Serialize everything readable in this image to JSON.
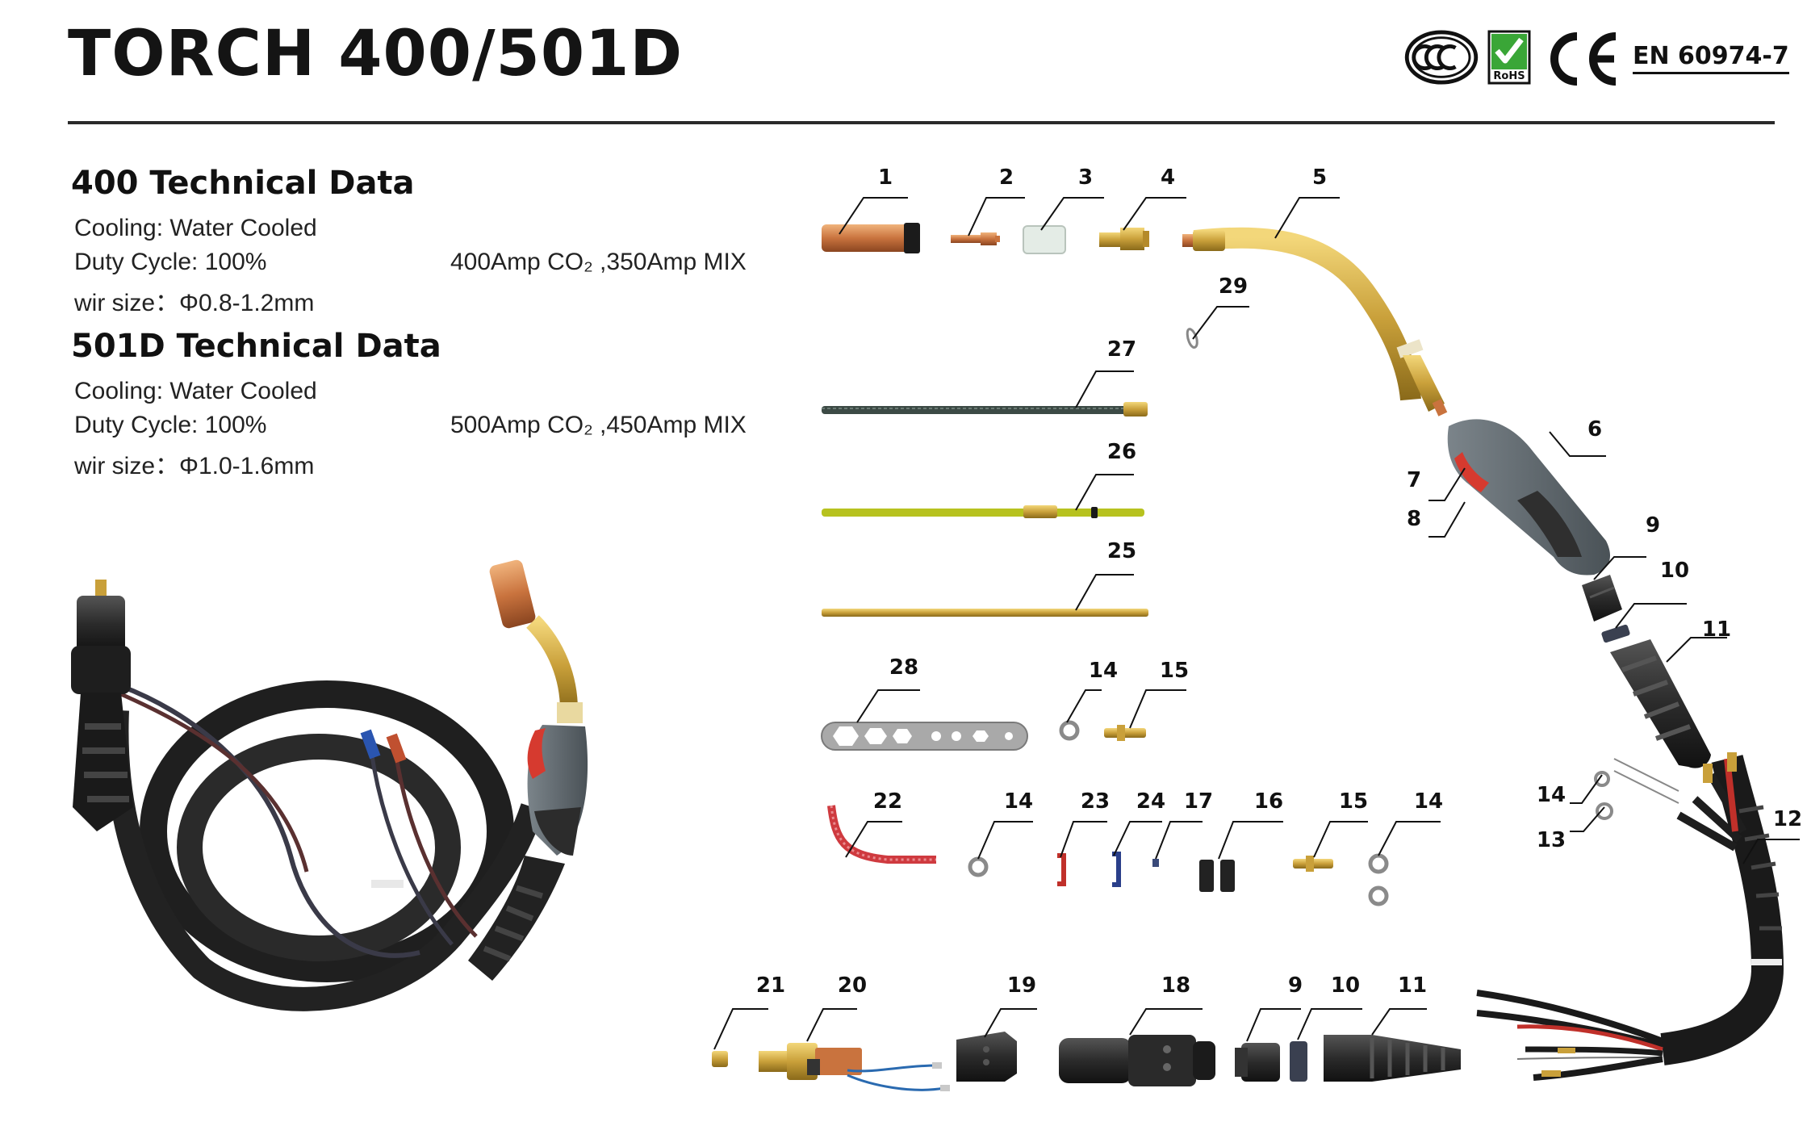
{
  "header": {
    "title": "TORCH 400/501D",
    "standard": "EN 60974-7",
    "rohs_label": "RoHS"
  },
  "specs": [
    {
      "heading": "400 Technical Data",
      "cooling": "Cooling: Water Cooled",
      "duty": "Duty Cycle: 100%",
      "amps": "400Amp CO₂ ,350Amp MIX",
      "wire": "wir size：Φ0.8-1.2mm"
    },
    {
      "heading": "501D Technical Data",
      "cooling": "Cooling: Water Cooled",
      "duty": "Duty Cycle: 100%",
      "amps": "500Amp CO₂ ,450Amp MIX",
      "wire": "wir size：Φ1.0-1.6mm"
    }
  ],
  "part_labels": {
    "p1": "1",
    "p2": "2",
    "p3": "3",
    "p4": "4",
    "p5": "5",
    "p6": "6",
    "p7": "7",
    "p8": "8",
    "p9a": "9",
    "p10a": "10",
    "p11a": "11",
    "p12": "12",
    "p13": "13",
    "p14a": "14",
    "p14b": "14",
    "p14c": "14",
    "p14d": "14",
    "p15a": "15",
    "p15b": "15",
    "p16": "16",
    "p17": "17",
    "p18": "18",
    "p19": "19",
    "p20": "20",
    "p21": "21",
    "p22": "22",
    "p23": "23",
    "p24": "24",
    "p25": "25",
    "p26": "26",
    "p27": "27",
    "p28": "28",
    "p29": "29",
    "p9b": "9",
    "p10b": "10",
    "p11b": "11"
  },
  "colors": {
    "copper": "#c9733e",
    "brass": "#c9a03a",
    "rubber": "#2b2b2b",
    "handle_gray": "#5d666c",
    "trigger_red": "#d63a2f",
    "liner_yellow": "#b7c21f",
    "rohs_green": "#3aa637"
  }
}
